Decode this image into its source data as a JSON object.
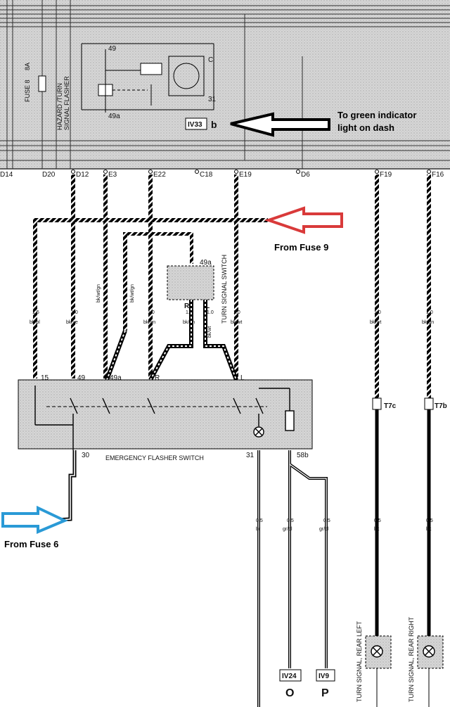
{
  "flasher": {
    "fuse_label": "FUSE 8",
    "fuse_amp": "8A",
    "title_line1": "HAZARD /TURN",
    "title_line2": "SIGNAL FLASHER",
    "pin_49": "49",
    "pin_49a": "49a",
    "pin_c": "C",
    "pin_31": "31",
    "connector_code": "IV33",
    "connector_letter": "b"
  },
  "annotations": {
    "green_indicator_line1": "To green indicator",
    "green_indicator_line2": "light on dash",
    "from_fuse_9": "From Fuse 9",
    "from_fuse_6": "From Fuse 6",
    "colors": {
      "black_arrow": "#000000",
      "red_arrow": "#d93a3a",
      "blue_arrow": "#2a9ad6"
    }
  },
  "terminals": [
    "D14",
    "D20",
    "D12",
    "E3",
    "E22",
    "C18",
    "E19",
    "D6",
    "F19",
    "F16"
  ],
  "wires": {
    "d20": {
      "size": "1.5",
      "color": "bk/bl"
    },
    "d12": {
      "size": "1.0",
      "color": "bk/ye"
    },
    "e3": {
      "size": "1.0",
      "color": "bk/wt/gn"
    },
    "e3b": {
      "size": "1.0",
      "color": "bk/wt/gn"
    },
    "e22": {
      "size": "1.0",
      "color": "bk/gn"
    },
    "sw_r": {
      "size": "1.0",
      "color": "bk/gn"
    },
    "sw_l": {
      "size": "1.0",
      "color": "bk/wt"
    },
    "e19": {
      "size": "1.0",
      "color": "bk/wt"
    },
    "f19": {
      "size": "1.0",
      "color": "bk/wt"
    },
    "f16": {
      "size": "1.0",
      "color": "bk/gn"
    },
    "w31": {
      "size": "0.5",
      "color": "br"
    },
    "w58b": {
      "size": "0.5",
      "color": "gr/bl"
    },
    "w58b2": {
      "size": "0.5",
      "color": "gr/bl"
    },
    "rear_left": {
      "size": "0.5",
      "color": "bk"
    },
    "rear_right": {
      "size": "0.5",
      "color": "bk"
    }
  },
  "turn_switch": {
    "label": "TURN SIGNAL SWITCH",
    "pin_49a": "49a",
    "pin_r": "R",
    "pin_l": "L"
  },
  "emergency_switch": {
    "label": "EMERGENCY FLASHER SWITCH",
    "pin_15": "15",
    "pin_49": "49",
    "pin_49a": "49a",
    "pin_r": "R",
    "pin_l": "L",
    "pin_30": "30",
    "pin_31": "31",
    "pin_58b": "58b"
  },
  "connectors": {
    "t7c": "T7c",
    "t7b": "T7b",
    "iv24": "IV24",
    "iv24_letter": "O",
    "iv9": "IV9",
    "iv9_letter": "P"
  },
  "lamps": {
    "rear_left": "TURN SIGNAL, REAR LEFT",
    "rear_right": "TURN SIGNAL, REAR RIGHT"
  }
}
